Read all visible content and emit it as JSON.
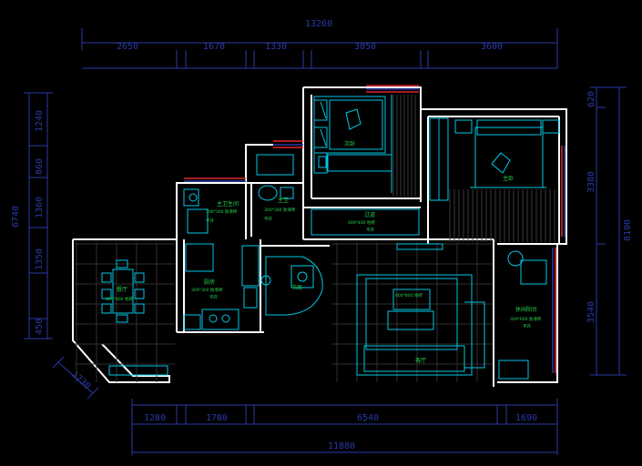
{
  "dimensions": {
    "top_total": "13260",
    "top_segments": [
      "2650",
      "1670",
      "1330",
      "3050",
      "3600"
    ],
    "bottom_total": "11880",
    "bottom_segments": [
      "1280",
      "1780",
      "6540",
      "1690"
    ],
    "left_total": "6740",
    "left_segments": [
      "1240",
      "860",
      "1360",
      "1350",
      "450"
    ],
    "right_total": "8100",
    "right_segments": [
      "620",
      "3380",
      "3540"
    ],
    "diagonal": "1230"
  },
  "rooms": {
    "second_bedroom": {
      "name": "次卧",
      "spec": ""
    },
    "master_bedroom": {
      "name": "主卧",
      "spec": ""
    },
    "guest_bath": {
      "name": "主卫生间",
      "spec": "300*300 防滑砖",
      "note": "平开"
    },
    "master_bath": {
      "name": "主卫",
      "spec": "300*300 防滑砖",
      "note": "平开"
    },
    "corridor": {
      "name": "过道",
      "spec": "400*400 地砖",
      "note": "平开"
    },
    "dining": {
      "name": "餐厅",
      "spec": "800*800 地砖"
    },
    "kitchen": {
      "name": "厨房",
      "spec": "300*300 防滑砖",
      "note": "平开"
    },
    "study": {
      "name": "书房",
      "spec": ""
    },
    "living": {
      "name": "客厅",
      "spec": "800*800 地砖"
    },
    "balcony": {
      "name": "休闲阳台",
      "spec": "300*600 防滑砖",
      "note": "平开"
    }
  },
  "colors": {
    "background": "#000000",
    "wall": "#ffffff",
    "dimension": "#2a3aa8",
    "furniture": "#00c8e6",
    "label": "#22d34a",
    "window": "#e0262c"
  }
}
